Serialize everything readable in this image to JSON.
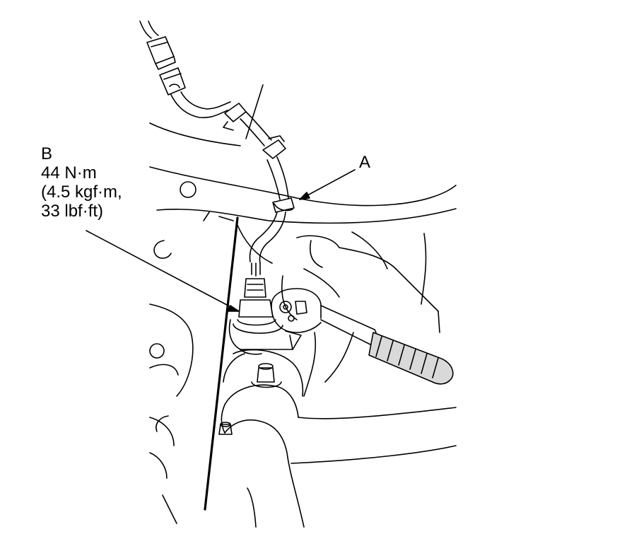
{
  "callouts": {
    "a": {
      "letter": "A"
    },
    "b": {
      "letter": "B",
      "torque_nm": "44 N·m",
      "torque_kgfm": "(4.5 kgf·m,",
      "torque_lbfft": "33 lbf·ft)"
    }
  },
  "colors": {
    "line": "#000000",
    "background": "#ffffff",
    "handle_fill": "#d9d9d9"
  },
  "icons": {
    "wrench": "ratchet-wrench-icon",
    "sensor": "oxygen-sensor-icon",
    "connector": "wire-connector-icon",
    "clip": "harness-clip-icon"
  }
}
